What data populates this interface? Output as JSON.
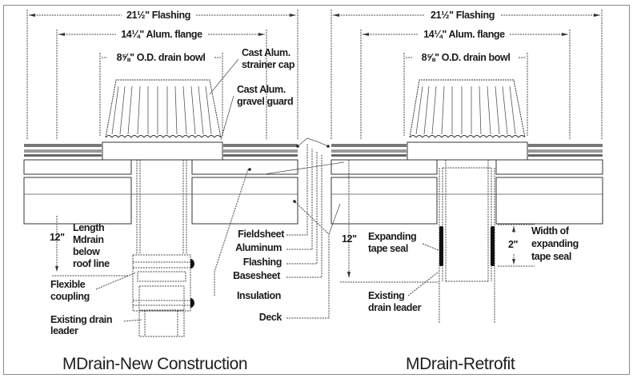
{
  "colors": {
    "ink": "#1a1a1a",
    "frame": "#8a8a8a",
    "background": "#ffffff",
    "seal": "#111111"
  },
  "left": {
    "title": "MDrain-New Construction",
    "dims": {
      "flashing": "21½\" Flashing",
      "flange": "14¼\" Alum. flange",
      "bowl": "8⅝\" O.D. drain bowl",
      "length_value": "12\""
    },
    "callouts": {
      "strainer_cap": [
        "Cast Alum.",
        "strainer cap"
      ],
      "gravel_guard": [
        "Cast Alum.",
        "gravel guard"
      ],
      "length": [
        "Length",
        "Mdrain",
        "below",
        "roof line"
      ],
      "coupling": [
        "Flexible",
        "coupling"
      ],
      "existing_leader": [
        "Existing drain",
        "leader"
      ]
    },
    "layers": [
      "Fieldsheet",
      "Aluminum",
      "Flashing",
      "Basesheet",
      "Insulation",
      "Deck"
    ]
  },
  "right": {
    "title": "MDrain-Retrofit",
    "dims": {
      "flashing": "21½\" Flashing",
      "flange": "14¼\" Alum. flange",
      "bowl": "8⅝\" O.D. drain bowl",
      "length_value": "12\"",
      "seal_width_value": "2\""
    },
    "callouts": {
      "tape_seal": [
        "Expanding",
        "tape seal"
      ],
      "existing_leader": [
        "Existing",
        "drain leader"
      ],
      "seal_width": [
        "Width of",
        "expanding",
        "tape seal"
      ]
    }
  }
}
